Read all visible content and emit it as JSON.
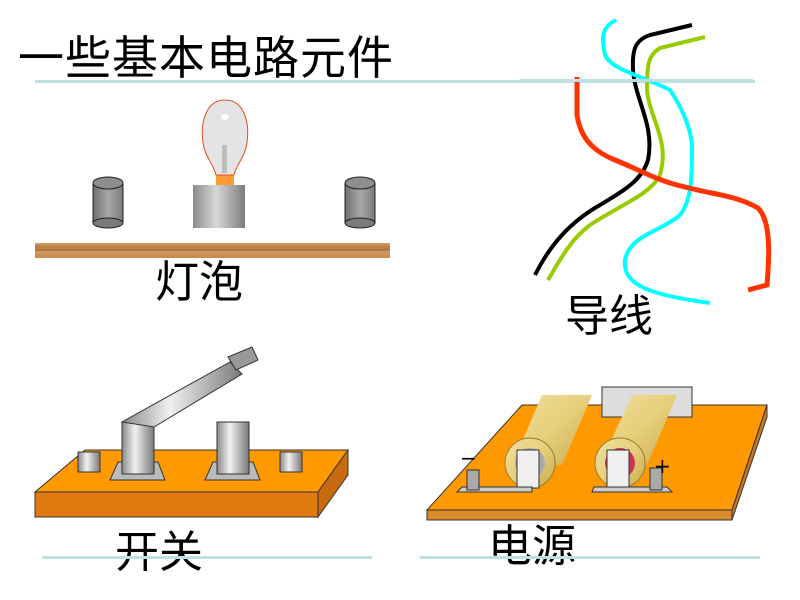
{
  "slide": {
    "title": "一些基本电路元件",
    "components": [
      {
        "id": "bulb",
        "label": "灯泡",
        "icon": "light-bulb-icon"
      },
      {
        "id": "wires",
        "label": "导线",
        "icon": "wires-icon"
      },
      {
        "id": "switch",
        "label": "开关",
        "icon": "knife-switch-icon"
      },
      {
        "id": "battery",
        "label": "电源",
        "icon": "battery-icon"
      }
    ],
    "battery_terminals": {
      "negative": "−",
      "positive": "+"
    },
    "colors": {
      "rule": "#bfe0e2",
      "wire_black": "#000000",
      "wire_green": "#99cc00",
      "wire_cyan": "#00ffff",
      "wire_red": "#ff3300",
      "board_orange": "#ff9900",
      "wood": "#c8874a"
    }
  }
}
